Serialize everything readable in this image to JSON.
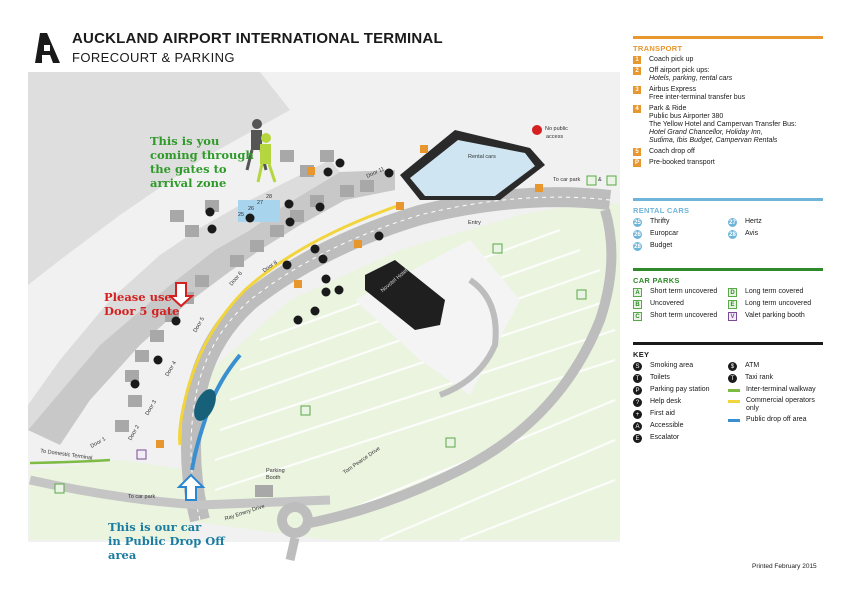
{
  "header": {
    "title": "AUCKLAND AIRPORT INTERNATIONAL TERMINAL",
    "subtitle": "FORECOURT & PARKING",
    "logo_letter": "A"
  },
  "annotations": {
    "you_line1": "This is you",
    "you_line2": "coming through",
    "you_line3": "the gates to",
    "you_line4": "arrival zone",
    "door_line1": "Please use",
    "door_line2": "Door 5 gate",
    "car_line1": "This is our car",
    "car_line2": "in Public Drop Off",
    "car_line3": "area"
  },
  "map_labels": {
    "rental_cars": "Rental cars",
    "no_public_access_1": "No public",
    "no_public_access_2": "access",
    "to_car_park_top": "To car park",
    "entry": "Entry",
    "novotel": "Novotel Hotel",
    "to_domestic": "To Domestic Terminal",
    "to_car_park_bottom": "To car park",
    "parking_booth_1": "Parking",
    "parking_booth_2": "Booth",
    "ray_emery": "Ray Emery Drive",
    "tom_pearce": "Tom Pearce Drive",
    "door_11": "Door 11",
    "door_8": "Door 8",
    "door_6": "Door 6",
    "door_5": "Door 5",
    "door_4": "Door 4",
    "door_3": "Door 3",
    "door_2": "Door 2",
    "door_1": "Door 1",
    "gates": [
      "25",
      "26",
      "27",
      "28"
    ],
    "and": "&"
  },
  "transport": {
    "title": "TRANSPORT",
    "items": [
      {
        "num": "1",
        "lines": [
          "Coach pick up"
        ],
        "italic": []
      },
      {
        "num": "2",
        "lines": [
          "Off airport pick ups:"
        ],
        "italic": [
          "Hotels, parking, rental cars"
        ]
      },
      {
        "num": "3",
        "lines": [
          "Airbus Express",
          "Free inter-terminal transfer bus"
        ],
        "italic": []
      },
      {
        "num": "4",
        "lines": [
          "Park & Ride",
          "Public bus Airporter 380",
          "The Yellow Hotel and Campervan Transfer Bus:"
        ],
        "italic": [
          "Hotel Grand Chancellor, Holiday Inn,",
          "Sudima, Ibis Budget, Campervan Rentals"
        ]
      },
      {
        "num": "5",
        "lines": [
          "Coach drop off"
        ],
        "italic": []
      },
      {
        "num": "P",
        "lines": [
          "Pre-booked transport"
        ],
        "italic": []
      }
    ]
  },
  "rental_cars": {
    "title": "RENTAL CARS",
    "left": [
      {
        "num": "25",
        "label": "Thrifty"
      },
      {
        "num": "26",
        "label": "Europcar"
      },
      {
        "num": "28",
        "label": "Budget"
      }
    ],
    "right": [
      {
        "num": "27",
        "label": "Hertz"
      },
      {
        "num": "28",
        "label": "Avis"
      }
    ]
  },
  "car_parks": {
    "title": "CAR PARKS",
    "left": [
      {
        "code": "A",
        "label": "Short term uncovered"
      },
      {
        "code": "B",
        "label": "Uncovered"
      },
      {
        "code": "C",
        "label": "Short term uncovered"
      }
    ],
    "right": [
      {
        "code": "D",
        "label": "Long term covered"
      },
      {
        "code": "E",
        "label": "Long term uncovered"
      },
      {
        "code": "V",
        "label": "Valet parking booth"
      }
    ]
  },
  "key": {
    "title": "KEY",
    "left": [
      {
        "icon": "smoking-icon",
        "glyph": "S",
        "label": "Smoking area"
      },
      {
        "icon": "toilets-icon",
        "glyph": "T",
        "label": "Toilets"
      },
      {
        "icon": "parking-pay-icon",
        "glyph": "P",
        "label": "Parking pay station"
      },
      {
        "icon": "help-desk-icon",
        "glyph": "?",
        "label": "Help desk"
      },
      {
        "icon": "first-aid-icon",
        "glyph": "+",
        "label": "First aid"
      },
      {
        "icon": "accessible-icon",
        "glyph": "A",
        "label": "Accessible"
      },
      {
        "icon": "escalator-icon",
        "glyph": "E",
        "label": "Escalator"
      }
    ],
    "right": [
      {
        "icon": "atm-icon",
        "glyph": "$",
        "label": "ATM",
        "line": null
      },
      {
        "icon": "taxi-icon",
        "glyph": "T",
        "label": "Taxi rank",
        "line": null
      },
      {
        "icon": "walkway-line-icon",
        "glyph": "",
        "label": "Inter-terminal walkway",
        "line": "#7dbb44"
      },
      {
        "icon": "commercial-line-icon",
        "glyph": "",
        "label": "Commercial operators only",
        "line": "#f2d43c"
      },
      {
        "icon": "dropoff-line-icon",
        "glyph": "",
        "label": "Public drop off area",
        "line": "#3a8fd0"
      }
    ]
  },
  "footer": {
    "printed": "Printed February 2015"
  },
  "colors": {
    "orange": "#e8962e",
    "blue": "#6fb5d9",
    "green": "#2f8a2a",
    "road": "#b8b8b8",
    "grass": "#e9f4de",
    "building": "#bcbcbc"
  }
}
